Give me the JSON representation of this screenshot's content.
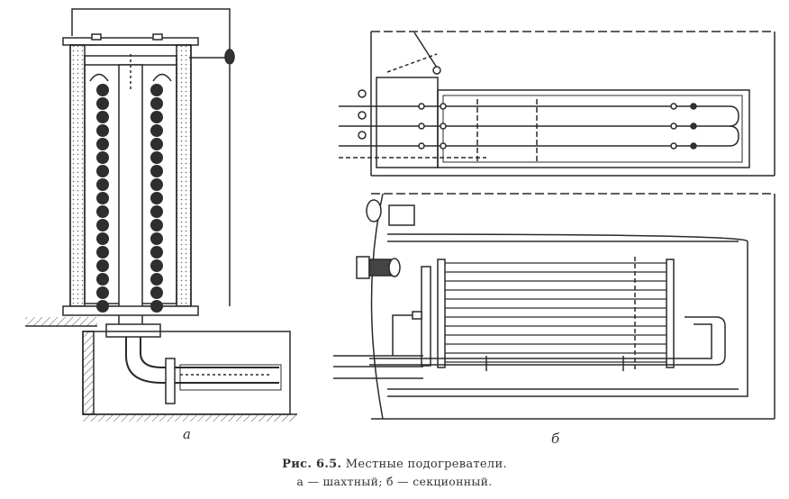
{
  "labels": {
    "a": "а",
    "b": "б"
  },
  "caption": {
    "figure_number": "Рис. 6.5.",
    "title": "Местные подогреватели.",
    "subtitle": "а — шахтный; б — секционный."
  },
  "colors": {
    "ink": "#2a2a2a",
    "paper": "#ffffff",
    "hatch": "#555555"
  }
}
